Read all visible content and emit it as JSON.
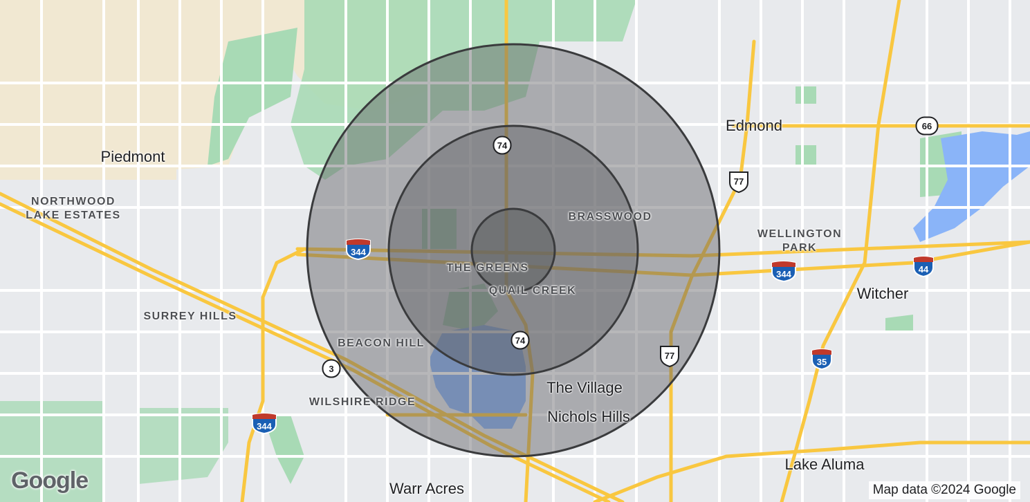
{
  "cities": [
    {
      "label": "Piedmont"
    },
    {
      "label": "Edmond"
    },
    {
      "label": "Witcher"
    },
    {
      "label": "The Village"
    },
    {
      "label": "Nichols Hills"
    },
    {
      "label": "Lake Aluma"
    },
    {
      "label": "Warr Acres"
    }
  ],
  "neighborhoods": [
    {
      "label": "NORTHWOOD\nLAKE ESTATES"
    },
    {
      "label": "SURREY HILLS"
    },
    {
      "label": "BRASSWOOD"
    },
    {
      "label": "WELLINGTON\nPARK"
    },
    {
      "label": "THE GREENS"
    },
    {
      "label": "QUAIL CREEK"
    },
    {
      "label": "BEACON HILL"
    },
    {
      "label": "WILSHIRE RIDGE"
    }
  ],
  "highways": [
    {
      "label": "74",
      "kind": "state"
    },
    {
      "label": "74",
      "kind": "state"
    },
    {
      "label": "3",
      "kind": "state"
    },
    {
      "label": "66",
      "kind": "state"
    },
    {
      "label": "77",
      "kind": "us"
    },
    {
      "label": "77",
      "kind": "us"
    },
    {
      "label": "344",
      "kind": "interstate"
    },
    {
      "label": "344",
      "kind": "interstate"
    },
    {
      "label": "344",
      "kind": "interstate"
    },
    {
      "label": "35",
      "kind": "interstate"
    },
    {
      "label": "44",
      "kind": "interstate"
    }
  ],
  "rings": {
    "count": 3,
    "fill_color": "#5f6063",
    "stroke_color": "#3a3b3d"
  },
  "colors": {
    "road_major": "#f9c740",
    "road_minor": "#ffffff",
    "park": "#a8dab5",
    "water": "#8ab4f8",
    "land": "#e8eaed",
    "rural": "#f1e8d2"
  },
  "logo": "Google",
  "attribution": "Map data ©2024 Google"
}
